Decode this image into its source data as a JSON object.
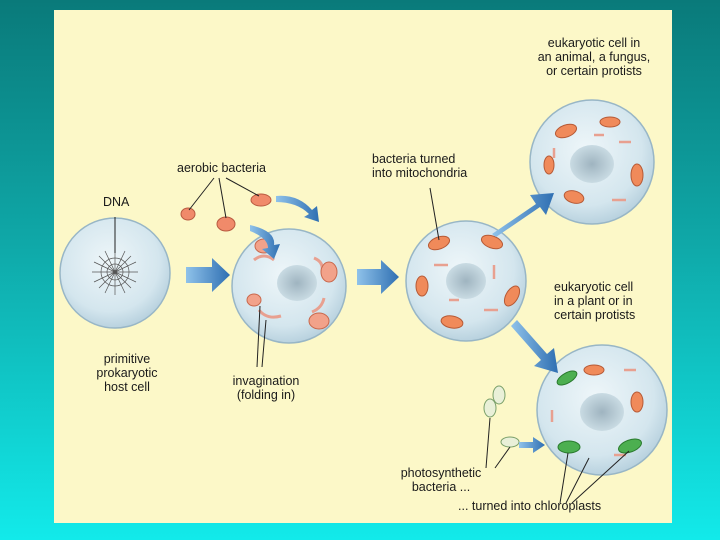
{
  "labels": {
    "dna": "DNA",
    "aerobic_bacteria": "aerobic bacteria",
    "bacteria_mitochondria": "bacteria turned\ninto mitochondria",
    "eukaryotic_animal": "eukaryotic cell in\nan animal, a fungus,\nor certain protists",
    "eukaryotic_plant": "eukaryotic cell\nin a plant or in\ncertain protists",
    "primitive_host": "primitive\nprokaryotic\nhost cell",
    "invagination": "invagination\n(folding in)",
    "photosynthetic": "photosynthetic\nbacteria ...",
    "chloroplasts": "... turned into chloroplasts"
  },
  "colors": {
    "slide_bg": "#fcf8c8",
    "cell_fill": "#d7e7ef",
    "mitochondria": "#f08a5a",
    "chloroplast": "#4caf50",
    "arrow": "#3a7fc0"
  }
}
